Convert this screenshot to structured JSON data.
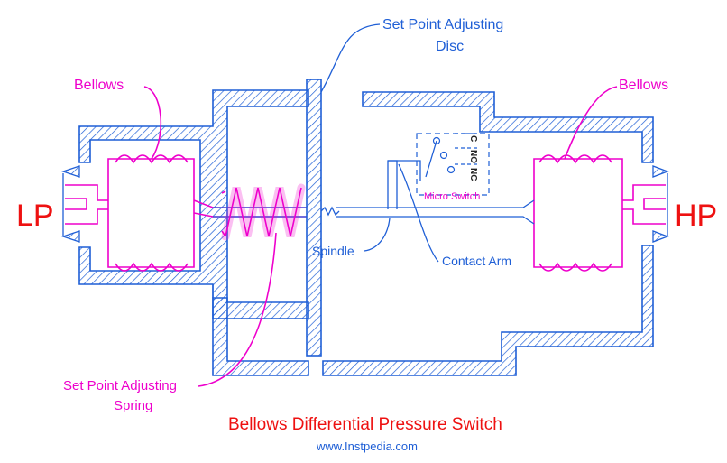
{
  "labels": {
    "set_point_disc_line1": "Set Point Adjusting",
    "set_point_disc_line2": "Disc",
    "bellows_left": "Bellows",
    "bellows_right": "Bellows",
    "lp": "LP",
    "hp": "HP",
    "spindle": "Spindle",
    "contact_arm": "Contact Arm",
    "micro_switch": "Micro Switch",
    "switch_c": "C",
    "switch_no": "NO",
    "switch_nc": "NC",
    "spring_line1": "Set Point Adjusting",
    "spring_line2": "Spring"
  },
  "title": "Bellows Differential Pressure Switch",
  "website": "www.Instpedia.com",
  "colors": {
    "housing": "#1f5fd6",
    "bellows": "#ee00cc",
    "title": "#ee1111"
  }
}
